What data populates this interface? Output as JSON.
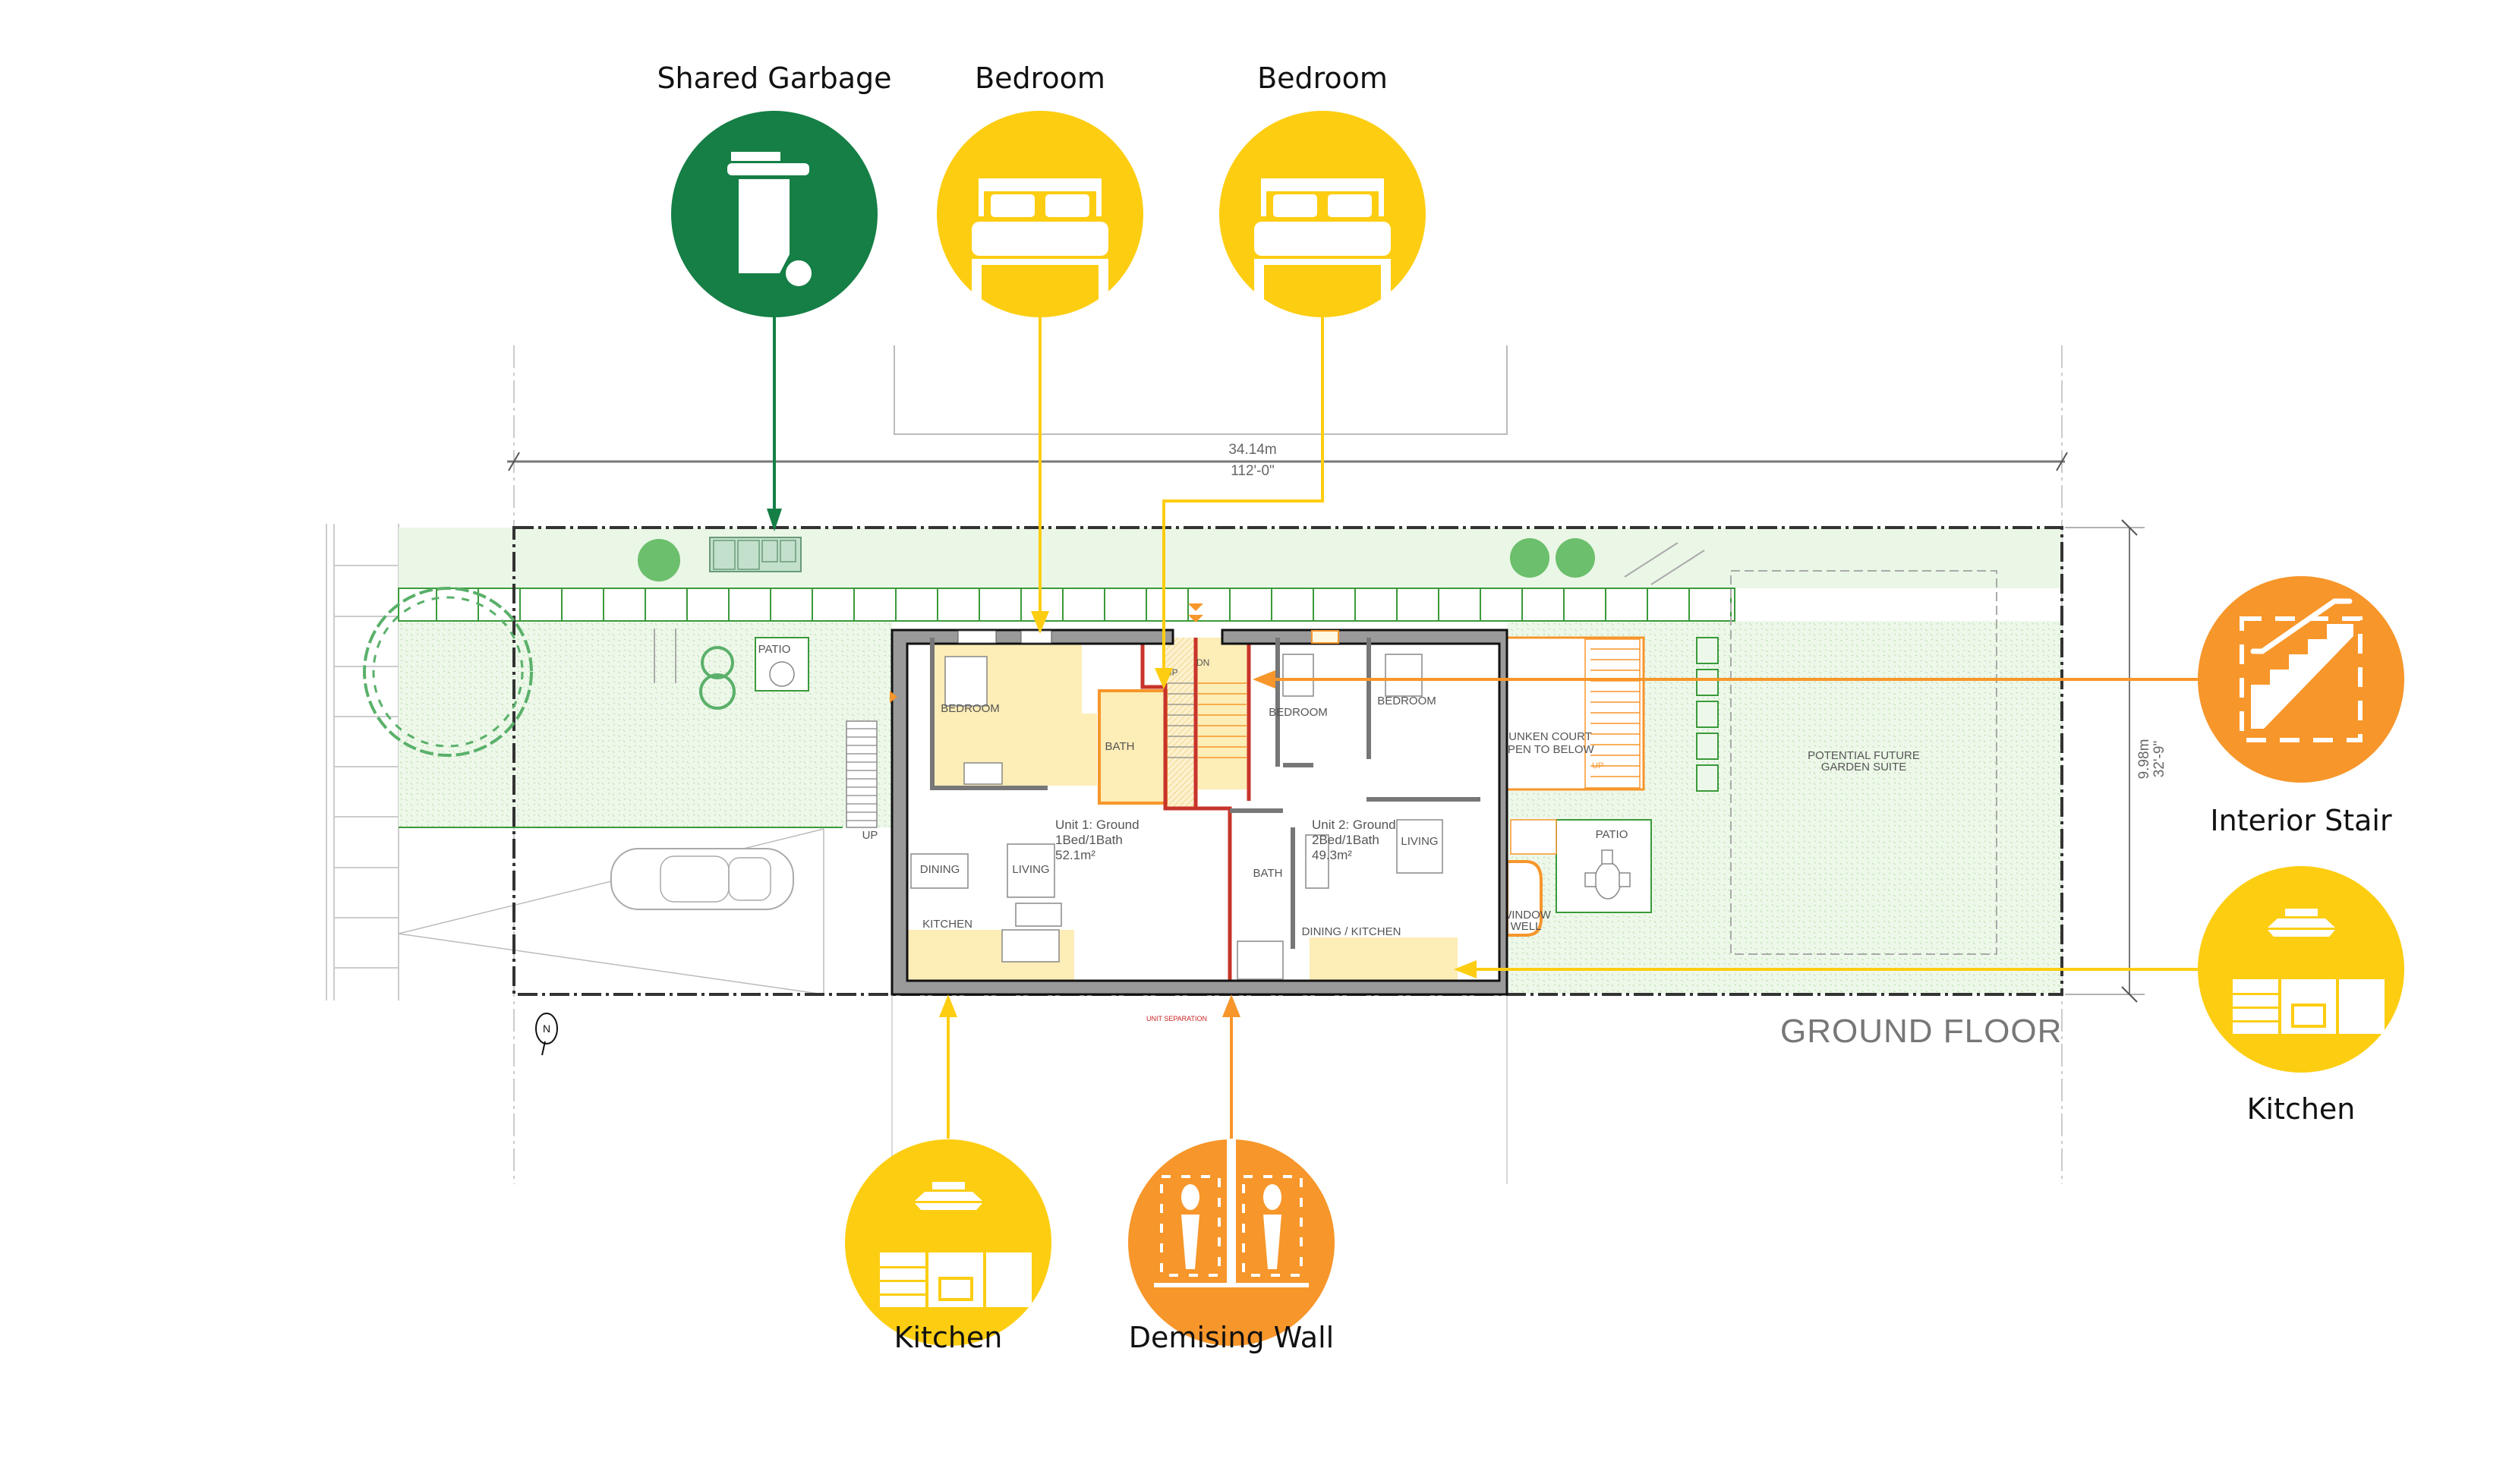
{
  "title": "GROUND FLOOR",
  "colors": {
    "garbage": "#157F45",
    "bedroom": "#FDCD11",
    "kitchen": "#FDCD11",
    "stair": "#F7962A",
    "demising": "#F7962A",
    "unit1_fill": "#FDEDB6",
    "separation": "#C8342B",
    "lawn": "#EAF6E6"
  },
  "dimensions": {
    "width_metric": "34.14m",
    "width_imperial": "112'-0\"",
    "depth_metric": "9.98m",
    "depth_imperial": "32'-9\""
  },
  "callouts": [
    {
      "id": "shared-garbage",
      "label": "Shared Garbage",
      "icon": "garbage-bin-icon"
    },
    {
      "id": "bedroom-1",
      "label": "Bedroom",
      "icon": "bed-icon"
    },
    {
      "id": "bedroom-2",
      "label": "Bedroom",
      "icon": "bed-icon"
    },
    {
      "id": "interior-stair",
      "label": "Interior Stair",
      "icon": "stair-icon"
    },
    {
      "id": "kitchen-right",
      "label": "Kitchen",
      "icon": "kitchen-icon"
    },
    {
      "id": "kitchen-bottom",
      "label": "Kitchen",
      "icon": "kitchen-icon"
    },
    {
      "id": "demising-wall",
      "label": "Demising Wall",
      "icon": "demising-wall-icon"
    }
  ],
  "rooms": {
    "unit1_bedroom": "BEDROOM",
    "unit1_bath": "BATH",
    "unit1_dining": "DINING",
    "unit1_living": "LIVING",
    "unit1_kitchen": "KITCHEN",
    "unit2_bedroom_a": "BEDROOM",
    "unit2_bedroom_b": "BEDROOM",
    "unit2_bath": "BATH",
    "unit2_living": "LIVING",
    "unit2_dining_kitchen": "DINING / KITCHEN",
    "sunken_court_1": "SUNKEN COURT",
    "sunken_court_2": "OPEN TO BELOW",
    "window_well_1": "WINDOW",
    "window_well_2": "WELL",
    "patio_front": "PATIO",
    "patio_rear": "PATIO",
    "garden_suite_1": "POTENTIAL FUTURE",
    "garden_suite_2": "GARDEN SUITE",
    "up": "UP",
    "dn": "DN"
  },
  "units": [
    {
      "name": "Unit 1: Ground",
      "type": "1Bed/1Bath",
      "area": "52.1m²"
    },
    {
      "name": "Unit 2: Ground",
      "type": "2Bed/1Bath",
      "area": "49.3m²"
    }
  ],
  "annotations": {
    "unit_separation": "UNIT SEPARATION",
    "north": "N"
  }
}
